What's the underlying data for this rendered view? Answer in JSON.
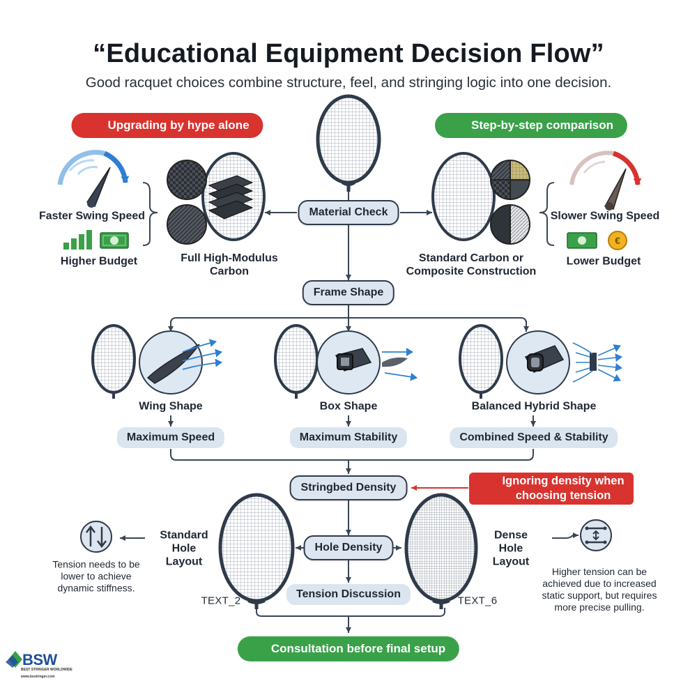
{
  "header": {
    "title": "“Educational Equipment Decision Flow”",
    "subtitle": "Good racquet choices combine structure, feel, and stringing logic into one decision."
  },
  "badges": {
    "bad_choice": "Upgrading by hype alone",
    "good_choice": "Step-by-step comparison",
    "density_warning": "Ignoring density when choosing tension",
    "final": "Consultation before final setup"
  },
  "material": {
    "node": "Material Check",
    "left": {
      "swing": "Faster Swing Speed",
      "budget": "Higher Budget",
      "material": "Full High-Modulus Carbon"
    },
    "right": {
      "swing": "Slower Swing Speed",
      "budget": "Lower Budget",
      "material": "Standard Carbon or Composite Construction"
    }
  },
  "frame": {
    "node": "Frame Shape",
    "options": [
      {
        "shape": "Wing Shape",
        "outcome": "Maximum Speed"
      },
      {
        "shape": "Box Shape",
        "outcome": "Maximum Stability"
      },
      {
        "shape": "Balanced Hybrid Shape",
        "outcome": "Combined Speed & Stability"
      }
    ]
  },
  "density": {
    "node": "Stringbed Density",
    "hole_node": "Hole Density",
    "tension_node": "Tension Discussion",
    "left": {
      "layout": "Standard Hole Layout",
      "note": "Tension needs to be lower to achieve dynamic stiffness.",
      "ref": "TEXT_2"
    },
    "right": {
      "layout": "Dense Hole Layout",
      "note": "Higher tension can be achieved due to increased static support, but requires more precise pulling.",
      "ref": "TEXT_6"
    }
  },
  "logo": {
    "mark": "BSW",
    "tagline": "BEST STRINGER WORLDWIDE",
    "url": "www.bsstringer.com"
  },
  "colors": {
    "accent_red": "#d8332f",
    "accent_green": "#3aa149",
    "node_fill": "#dde6f0",
    "line": "#3a4656",
    "blue_arrow": "#2e7fd0"
  }
}
